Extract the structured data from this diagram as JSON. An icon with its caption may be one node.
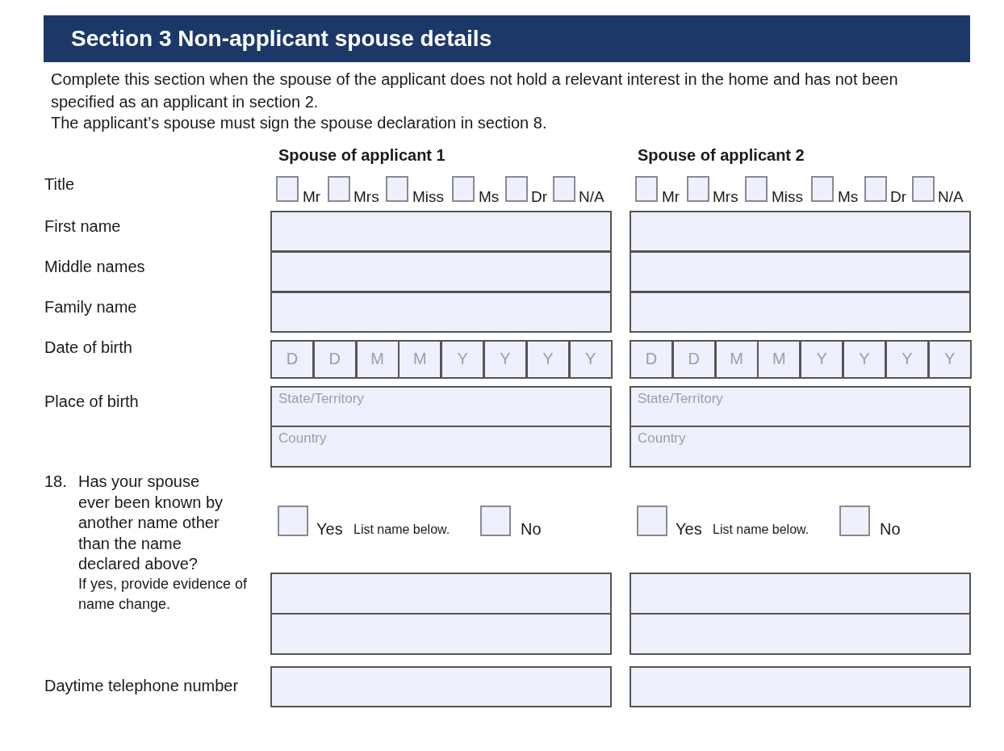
{
  "diagram": {
    "title": "Section 3 Non-applicant spouse details",
    "labels": [
      "Complete this section when the spouse of the applicant does not hold a relevant interest in the home and has not been specified as an applicant in section 2.",
      "The applicant’s spouse must sign the spouse declaration in section 8.",
      "Spouse of applicant 1",
      "Spouse of applicant 2",
      "Title",
      "Mr",
      "Mrs",
      "Miss",
      "Ms",
      "Dr",
      "N/A",
      "Mr",
      "Mrs",
      "Miss",
      "Ms",
      "Dr",
      "N/A",
      "First name",
      "Middle names",
      "Family name",
      "Date of birth",
      "D",
      "D",
      "M",
      "M",
      "Y",
      "Y",
      "Y",
      "Y",
      "D",
      "D",
      "M",
      "M",
      "Y",
      "Y",
      "Y",
      "Y",
      "Place of birth",
      "State/Territory",
      "State/Territory",
      "Country",
      "Country",
      "18.",
      "Has your spouse ever been known by another name other than the name declared above?",
      "If yes, provide evidence of name change.",
      "Yes",
      "List name below.",
      "No",
      "Yes",
      "List name below.",
      "No",
      "Daytime telephone number"
    ]
  }
}
